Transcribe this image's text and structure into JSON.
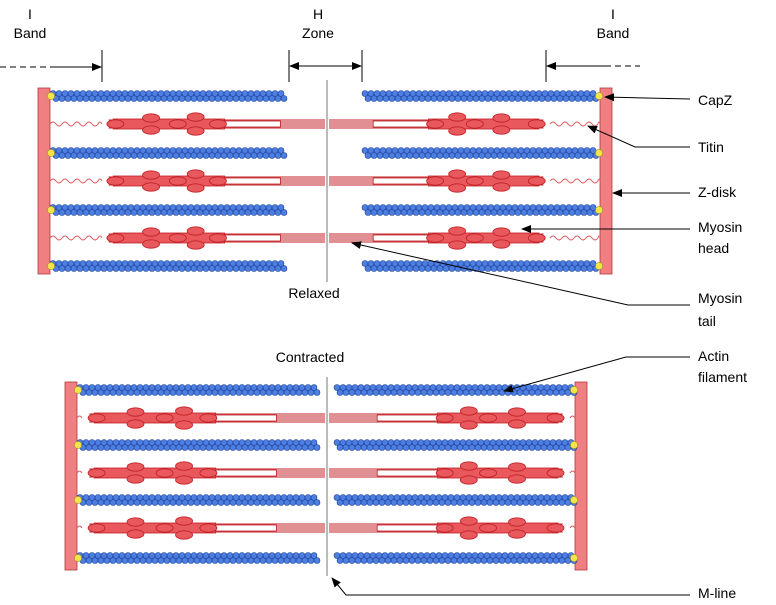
{
  "labels": {
    "i_band": [
      "I",
      "Band"
    ],
    "h_zone": [
      "H",
      "Zone"
    ],
    "relaxed": "Relaxed",
    "contracted": "Contracted",
    "capz": "CapZ",
    "titin": "Titin",
    "z_disk": "Z-disk",
    "myosin_head": [
      "Myosin",
      "head"
    ],
    "myosin_tail": [
      "Myosin",
      "tail"
    ],
    "actin_filament": [
      "Actin",
      "filament"
    ],
    "m_line": "M-line"
  },
  "colors": {
    "actin": "#4d7fe0",
    "actin_outline": "#1a3f9f",
    "myosin": "#e8585c",
    "myosin_outline": "#c01f24",
    "z_disk": "#f07f82",
    "capz": "#f5e34d",
    "titin": "#e06165"
  },
  "icons": {
    "pointer": "arrowhead-icon"
  }
}
